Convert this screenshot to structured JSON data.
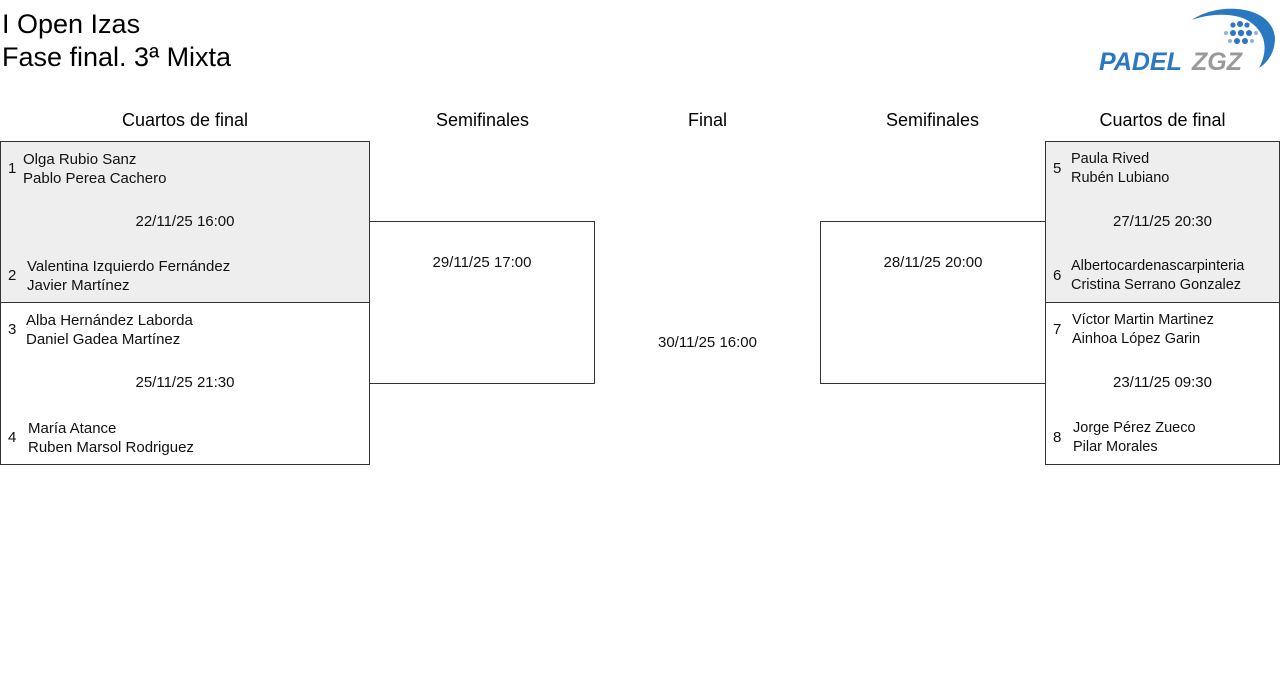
{
  "header": {
    "title_line1": "I Open Izas",
    "title_line2": "Fase final. 3ª Mixta",
    "logo_text": "PADELZGZ"
  },
  "colors": {
    "logo_blue": "#2b78c2",
    "logo_grey": "#9a9a9a",
    "match_highlight": "#eeeeee"
  },
  "rounds": [
    "Cuartos de final",
    "Semifinales",
    "Final",
    "Semifinales",
    "Cuartos de final"
  ],
  "quarterfinals": [
    {
      "date": "22/11/25 16:00",
      "teams": [
        {
          "seed": "1",
          "players": [
            "Olga Rubio Sanz",
            "Pablo Perea Cachero"
          ]
        },
        {
          "seed": "2",
          "players": [
            "Valentina Izquierdo Fernández",
            "Javier Martínez"
          ]
        }
      ]
    },
    {
      "date": "25/11/25 21:30",
      "teams": [
        {
          "seed": "3",
          "players": [
            "Alba Hernández Laborda",
            "Daniel Gadea Martínez"
          ]
        },
        {
          "seed": "4",
          "players": [
            "María Atance",
            "Ruben Marsol Rodriguez"
          ]
        }
      ]
    },
    {
      "date": "27/11/25 20:30",
      "teams": [
        {
          "seed": "5",
          "players": [
            "Paula Rived",
            "Rubén Lubiano"
          ]
        },
        {
          "seed": "6",
          "players": [
            "Albertocardenascarpinteria",
            "Cristina Serrano Gonzalez"
          ]
        }
      ]
    },
    {
      "date": "23/11/25 09:30",
      "teams": [
        {
          "seed": "7",
          "players": [
            "Víctor Martin Martinez",
            "Ainhoa López Garin"
          ]
        },
        {
          "seed": "8",
          "players": [
            "Jorge Pérez Zueco",
            "Pilar Morales"
          ]
        }
      ]
    }
  ],
  "semifinals": [
    {
      "date": "29/11/25 17:00"
    },
    {
      "date": "28/11/25 20:00"
    }
  ],
  "final": {
    "date": "30/11/25 16:00"
  }
}
